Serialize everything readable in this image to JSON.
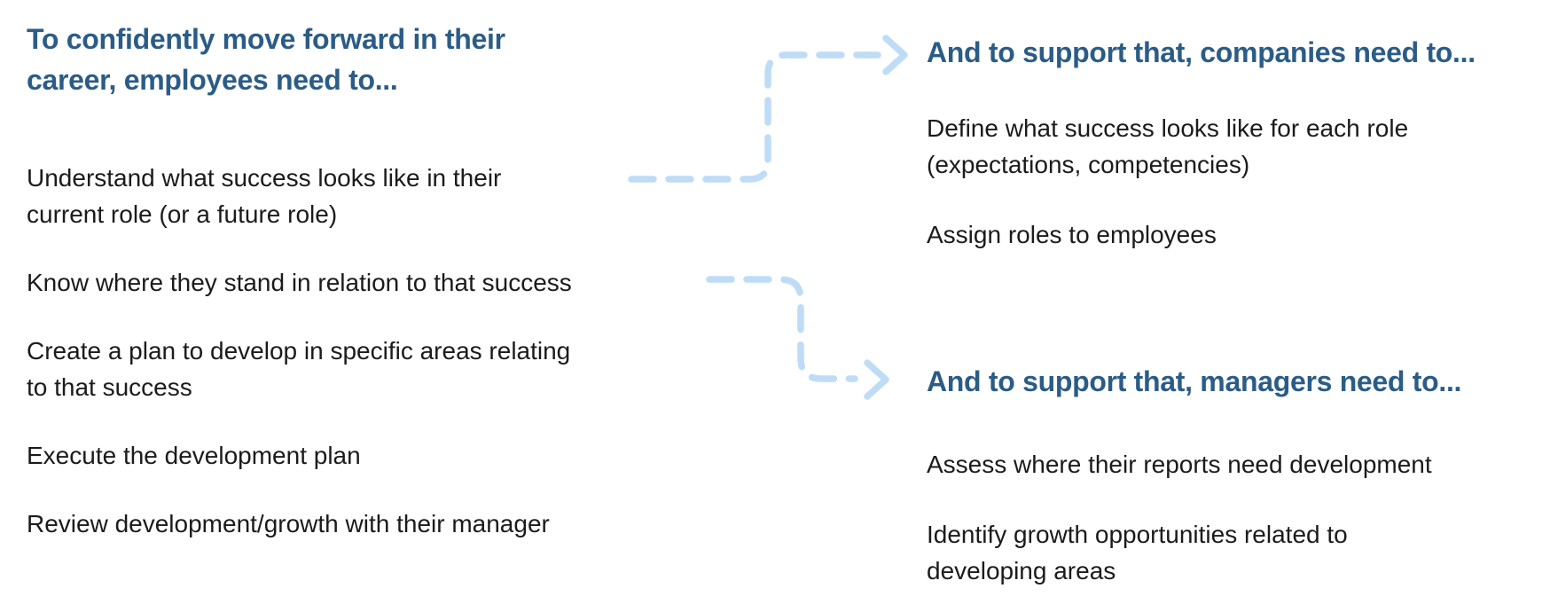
{
  "colors": {
    "heading_blue": "#2b5c87",
    "body_text": "#1b1b1b",
    "arrow_blue": "#bfdcf7",
    "background": "#ffffff"
  },
  "left_column": {
    "heading": "To confidently move forward in their\ncareer, employees need to...",
    "items": [
      "Understand what success looks like in their\ncurrent role (or a future role)",
      "Know where they stand in relation to that success",
      "Create a plan to develop in specific areas relating\nto that success",
      "Execute the development plan",
      "Review development/growth with their manager"
    ]
  },
  "right_column": {
    "sections": [
      {
        "heading": "And to support that, companies need to...",
        "items": [
          "Define what success looks like for each role\n(expectations, competencies)",
          "Assign roles to employees"
        ]
      },
      {
        "heading": "And to support that, managers need to...",
        "items": [
          "Assess where their reports need development",
          "Identify growth opportunities related to\ndeveloping areas"
        ]
      }
    ]
  },
  "arrows": [
    {
      "from": "Understand what success looks like in their current role (or a future role)",
      "to": "And to support that, companies need to...",
      "style": "dashed",
      "color": "#bfdcf7"
    },
    {
      "from": "Know where they stand in relation to that success",
      "to": "And to support that, managers need to...",
      "style": "dashed",
      "color": "#bfdcf7"
    }
  ]
}
